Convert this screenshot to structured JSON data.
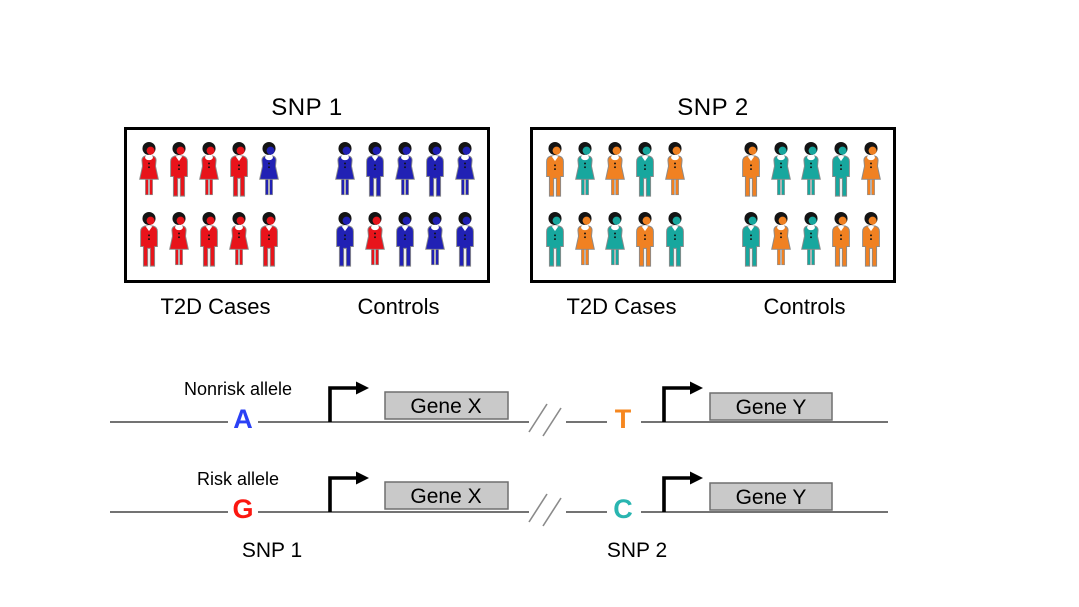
{
  "figure_title": "SNP association with T2D diagram",
  "colors": {
    "red": "#e8141b",
    "blue": "#2121b4",
    "orange": "#f08122",
    "teal": "#17a79e",
    "allele_blue": "#2b41f5",
    "allele_red": "#fb1710",
    "allele_orange": "#f6871f",
    "allele_teal": "#29b5b0",
    "gene_box_fill": "#c9c9c9",
    "gene_box_border": "#6f6f6f"
  },
  "snp_panels": [
    {
      "title": "SNP 1",
      "cases_label": "T2D Cases",
      "controls_label": "Controls",
      "cases_rows": [
        [
          "f:red",
          "m:red",
          "f:red",
          "m:red",
          "f:blue"
        ],
        [
          "m:red",
          "f:red",
          "m:red",
          "f:red",
          "m:red"
        ]
      ],
      "controls_rows": [
        [
          "f:blue",
          "m:blue",
          "f:blue",
          "m:blue",
          "f:blue"
        ],
        [
          "m:blue",
          "f:red",
          "m:blue",
          "f:blue",
          "m:blue"
        ]
      ]
    },
    {
      "title": "SNP 2",
      "cases_label": "T2D Cases",
      "controls_label": "Controls",
      "cases_rows": [
        [
          "m:orange",
          "f:teal",
          "f:orange",
          "m:teal",
          "f:orange"
        ],
        [
          "m:teal",
          "f:orange",
          "f:teal",
          "m:orange",
          "m:teal"
        ]
      ],
      "controls_rows": [
        [
          "m:orange",
          "f:teal",
          "f:teal",
          "m:teal",
          "f:orange"
        ],
        [
          "m:teal",
          "f:orange",
          "f:teal",
          "m:orange",
          "m:orange"
        ]
      ]
    }
  ],
  "gene_diagram": {
    "nonrisk": {
      "label": "Nonrisk allele",
      "allele1": "A",
      "allele2": "T",
      "gene1": "Gene X",
      "gene2": "Gene Y"
    },
    "risk": {
      "label": "Risk allele",
      "allele1": "G",
      "allele2": "C",
      "gene1": "Gene X",
      "gene2": "Gene Y"
    },
    "snp1_label": "SNP 1",
    "snp2_label": "SNP 2"
  }
}
